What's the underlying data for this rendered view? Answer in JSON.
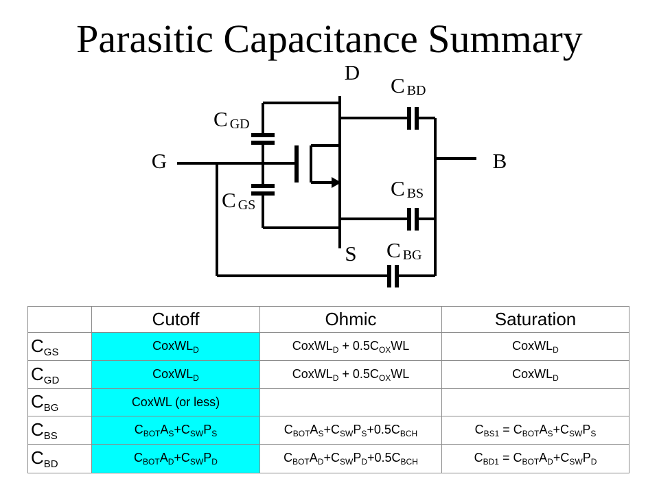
{
  "title": "Parasitic Capacitance Summary",
  "colors": {
    "cutoff_highlight": "#00ffff",
    "grid": "#8a8a8a"
  },
  "circuit": {
    "terminals": {
      "drain": "D",
      "source": "S",
      "gate": "G",
      "body": "B"
    },
    "caps": {
      "bd": {
        "base": "C",
        "sub": "BD"
      },
      "gd": {
        "base": "C",
        "sub": "GD"
      },
      "gs": {
        "base": "C",
        "sub": "GS"
      },
      "bs": {
        "base": "C",
        "sub": "BS"
      },
      "bg": {
        "base": "C",
        "sub": "BG"
      }
    }
  },
  "table": {
    "headers": [
      "Cutoff",
      "Ohmic",
      "Saturation"
    ],
    "rows": [
      {
        "label": {
          "base": "C",
          "sub": "GS"
        },
        "cutoff": [
          [
            "CoxWL",
            ""
          ],
          [
            "D",
            "s"
          ]
        ],
        "ohmic": [
          [
            "CoxWL",
            ""
          ],
          [
            "D",
            "s"
          ],
          [
            " + 0.5C",
            ""
          ],
          [
            "OX",
            "s"
          ],
          [
            "WL",
            ""
          ]
        ],
        "saturation": [
          [
            "CoxWL",
            ""
          ],
          [
            "D",
            "s"
          ]
        ]
      },
      {
        "label": {
          "base": "C",
          "sub": "GD"
        },
        "cutoff": [
          [
            "CoxWL",
            ""
          ],
          [
            "D",
            "s"
          ]
        ],
        "ohmic": [
          [
            "CoxWL",
            ""
          ],
          [
            "D",
            "s"
          ],
          [
            " + 0.5C",
            ""
          ],
          [
            "OX",
            "s"
          ],
          [
            "WL",
            ""
          ]
        ],
        "saturation": [
          [
            "CoxWL",
            ""
          ],
          [
            "D",
            "s"
          ]
        ]
      },
      {
        "label": {
          "base": "C",
          "sub": "BG"
        },
        "cutoff": [
          [
            "CoxWL (or less)",
            ""
          ]
        ],
        "ohmic": [],
        "saturation": []
      },
      {
        "label": {
          "base": "C",
          "sub": "BS"
        },
        "cutoff": [
          [
            "C",
            ""
          ],
          [
            "BOT",
            "s"
          ],
          [
            "A",
            ""
          ],
          [
            "S",
            "s"
          ],
          [
            "+C",
            ""
          ],
          [
            "SW",
            "s"
          ],
          [
            "P",
            ""
          ],
          [
            "S",
            "s"
          ]
        ],
        "ohmic": [
          [
            "C",
            ""
          ],
          [
            "BOT",
            "s"
          ],
          [
            "A",
            ""
          ],
          [
            "S",
            "s"
          ],
          [
            "+C",
            ""
          ],
          [
            "SW",
            "s"
          ],
          [
            "P",
            ""
          ],
          [
            "S",
            "s"
          ],
          [
            "+0.5C",
            ""
          ],
          [
            "BCH",
            "s"
          ]
        ],
        "saturation": [
          [
            "C",
            ""
          ],
          [
            "BS1",
            "s"
          ],
          [
            " = C",
            ""
          ],
          [
            "BOT",
            "s"
          ],
          [
            "A",
            ""
          ],
          [
            "S",
            "s"
          ],
          [
            "+C",
            ""
          ],
          [
            "SW",
            "s"
          ],
          [
            "P",
            ""
          ],
          [
            "S",
            "s"
          ]
        ]
      },
      {
        "label": {
          "base": "C",
          "sub": "BD"
        },
        "cutoff": [
          [
            "C",
            ""
          ],
          [
            "BOT",
            "s"
          ],
          [
            "A",
            ""
          ],
          [
            "D",
            "s"
          ],
          [
            "+C",
            ""
          ],
          [
            "SW",
            "s"
          ],
          [
            "P",
            ""
          ],
          [
            "D",
            "s"
          ]
        ],
        "ohmic": [
          [
            "C",
            ""
          ],
          [
            "BOT",
            "s"
          ],
          [
            "A",
            ""
          ],
          [
            "D",
            "s"
          ],
          [
            "+C",
            ""
          ],
          [
            "SW",
            "s"
          ],
          [
            "P",
            ""
          ],
          [
            "D",
            "s"
          ],
          [
            "+0.5C",
            ""
          ],
          [
            "BCH",
            "s"
          ]
        ],
        "saturation": [
          [
            "C",
            ""
          ],
          [
            "BD1",
            "s"
          ],
          [
            " = C",
            ""
          ],
          [
            "BOT",
            "s"
          ],
          [
            "A",
            ""
          ],
          [
            "D",
            "s"
          ],
          [
            "+C",
            ""
          ],
          [
            "SW",
            "s"
          ],
          [
            "P",
            ""
          ],
          [
            "D",
            "s"
          ]
        ]
      }
    ]
  }
}
